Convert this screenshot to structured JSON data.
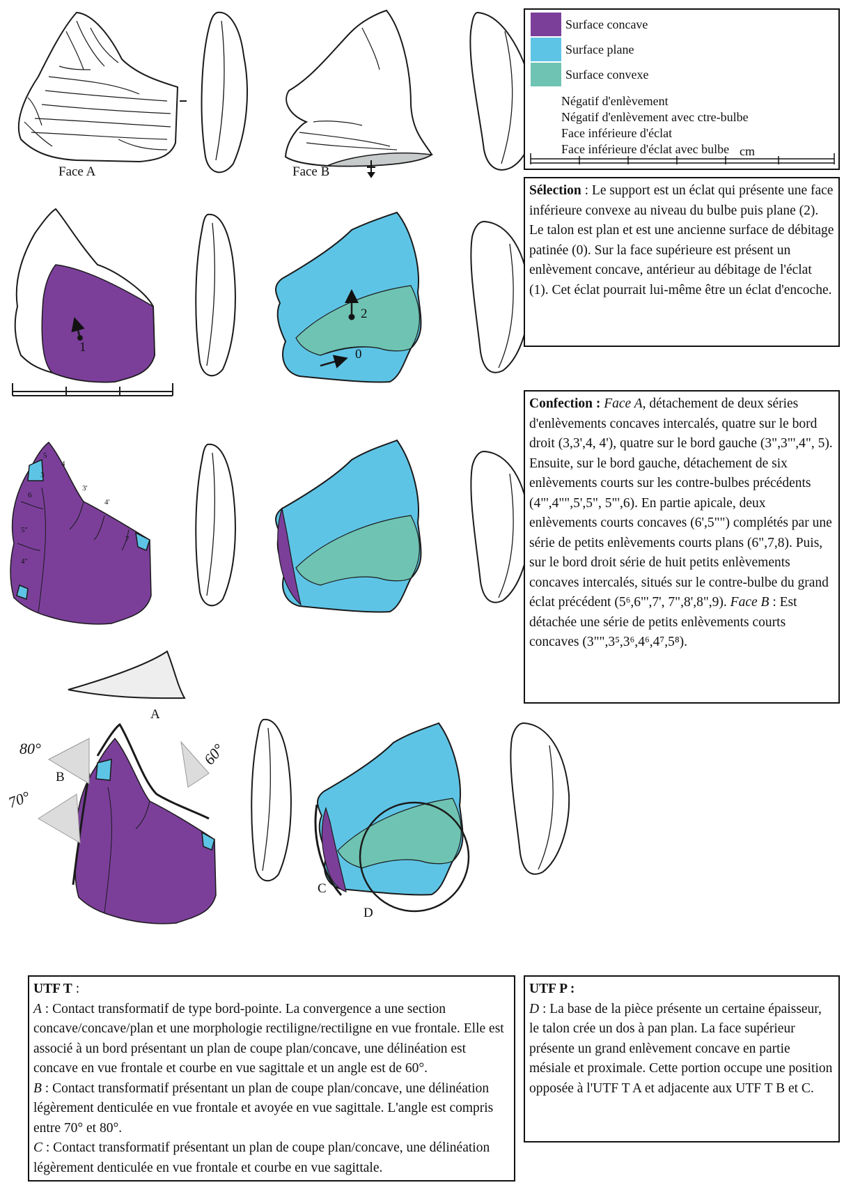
{
  "colors": {
    "concave": "#7b3f9a",
    "plane": "#5ec4e6",
    "convex": "#6fc3b2",
    "grey": "#c8cbcb",
    "stroke": "#1a1a1a"
  },
  "face_labels": {
    "face_a": "Face A",
    "face_b": "Face B"
  },
  "legend": {
    "items": [
      {
        "label": "Surface concave",
        "color": "#7b3f9a"
      },
      {
        "label": "Surface plane",
        "color": "#5ec4e6"
      },
      {
        "label": "Surface convexe",
        "color": "#6fc3b2"
      }
    ],
    "arrows": [
      {
        "label": "Négatif d'enlèvement",
        "icon": "arrow-icon"
      },
      {
        "label": "Négatif d'enlèvement avec ctre-bulbe",
        "icon": "dot-arrow-icon"
      },
      {
        "label": "Face inférieure d'éclat",
        "icon": "cross-arrow-icon"
      },
      {
        "label": "Face inférieure d'éclat avec bulbe",
        "icon": "dot-cross-arrow-icon"
      }
    ],
    "scale_unit": "cm"
  },
  "selection": {
    "heading": "Sélection",
    "text": " : Le support est un éclat qui présente une face inférieure convexe au niveau du bulbe puis plane (2). Le talon est plan et est une ancienne surface de débitage patinée (0). Sur la face supérieure est présent un enlèvement concave, antérieur au débitage de l'éclat (1). Cet éclat pourrait lui-même être un éclat d'encoche."
  },
  "confection": {
    "heading": "Confection :",
    "face_a": "Face A",
    "text_1": ", détachement de deux séries d'enlèvements concaves intercalés, quatre sur le bord droit (3,3',4, 4'), quatre sur le bord gauche (3\",3\"',4\", 5). Ensuite, sur le bord gauche, détachement de six enlèvements courts sur les contre-bulbes précédents (4\"',4\"\",5',5\", 5\"',6). En partie apicale, deux enlèvements courts concaves (6',5\"\") complétés par une série de petits enlèvements courts plans (6\",7,8). Puis, sur le bord droit série de huit petits enlèvements concaves intercalés, situés sur le contre-bulbe du grand éclat précédent (5⁶,6\"',7', 7\",8',8\",9). ",
    "face_b": "Face B",
    "text_2": " : Est détachée une série de petits enlèvements courts concaves (3\"\",3⁵,3⁶,4⁶,4⁷,5⁸)."
  },
  "drawing_labels": {
    "n1": "1",
    "n2": "2",
    "n0": "0",
    "A": "A",
    "B": "B",
    "C": "C",
    "D": "D",
    "angle80": "80°",
    "angle70": "70°",
    "angle60": "60°"
  },
  "small_labels": [
    "5",
    "4",
    "3",
    "3'",
    "4'",
    "5\"",
    "4\"",
    "6",
    "7"
  ],
  "utf_t": {
    "heading": "UTF T",
    "heading_suffix": " :",
    "a_key": "A",
    "a_text": " : Contact transformatif de type bord-pointe. La convergence a une section concave/concave/plan et une morphologie rectiligne/rectiligne en vue frontale. Elle est associé à un bord présentant un plan de coupe plan/concave, une délinéation est concave en vue frontale et courbe en vue sagittale et un angle est de 60°.",
    "b_key": "B",
    "b_text": " : Contact transformatif présentant un plan de coupe plan/concave, une délinéation légèrement denticulée en vue frontale et avoyée en vue sagittale. L'angle est compris entre 70° et 80°.",
    "c_key": "C",
    "c_text": " : Contact transformatif présentant un plan de coupe plan/concave, une délinéation légèrement denticulée en vue frontale et courbe en vue sagittale."
  },
  "utf_p": {
    "heading": "UTF P :",
    "d_key": "D",
    "d_text": " : La base de la pièce présente un certaine épaisseur, le talon crée un dos à pan plan. La face supérieur présente un grand enlèvement concave en partie mésiale et proximale. Cette portion occupe une position opposée à l'UTF T A et adjacente aux UTF T B et C."
  }
}
